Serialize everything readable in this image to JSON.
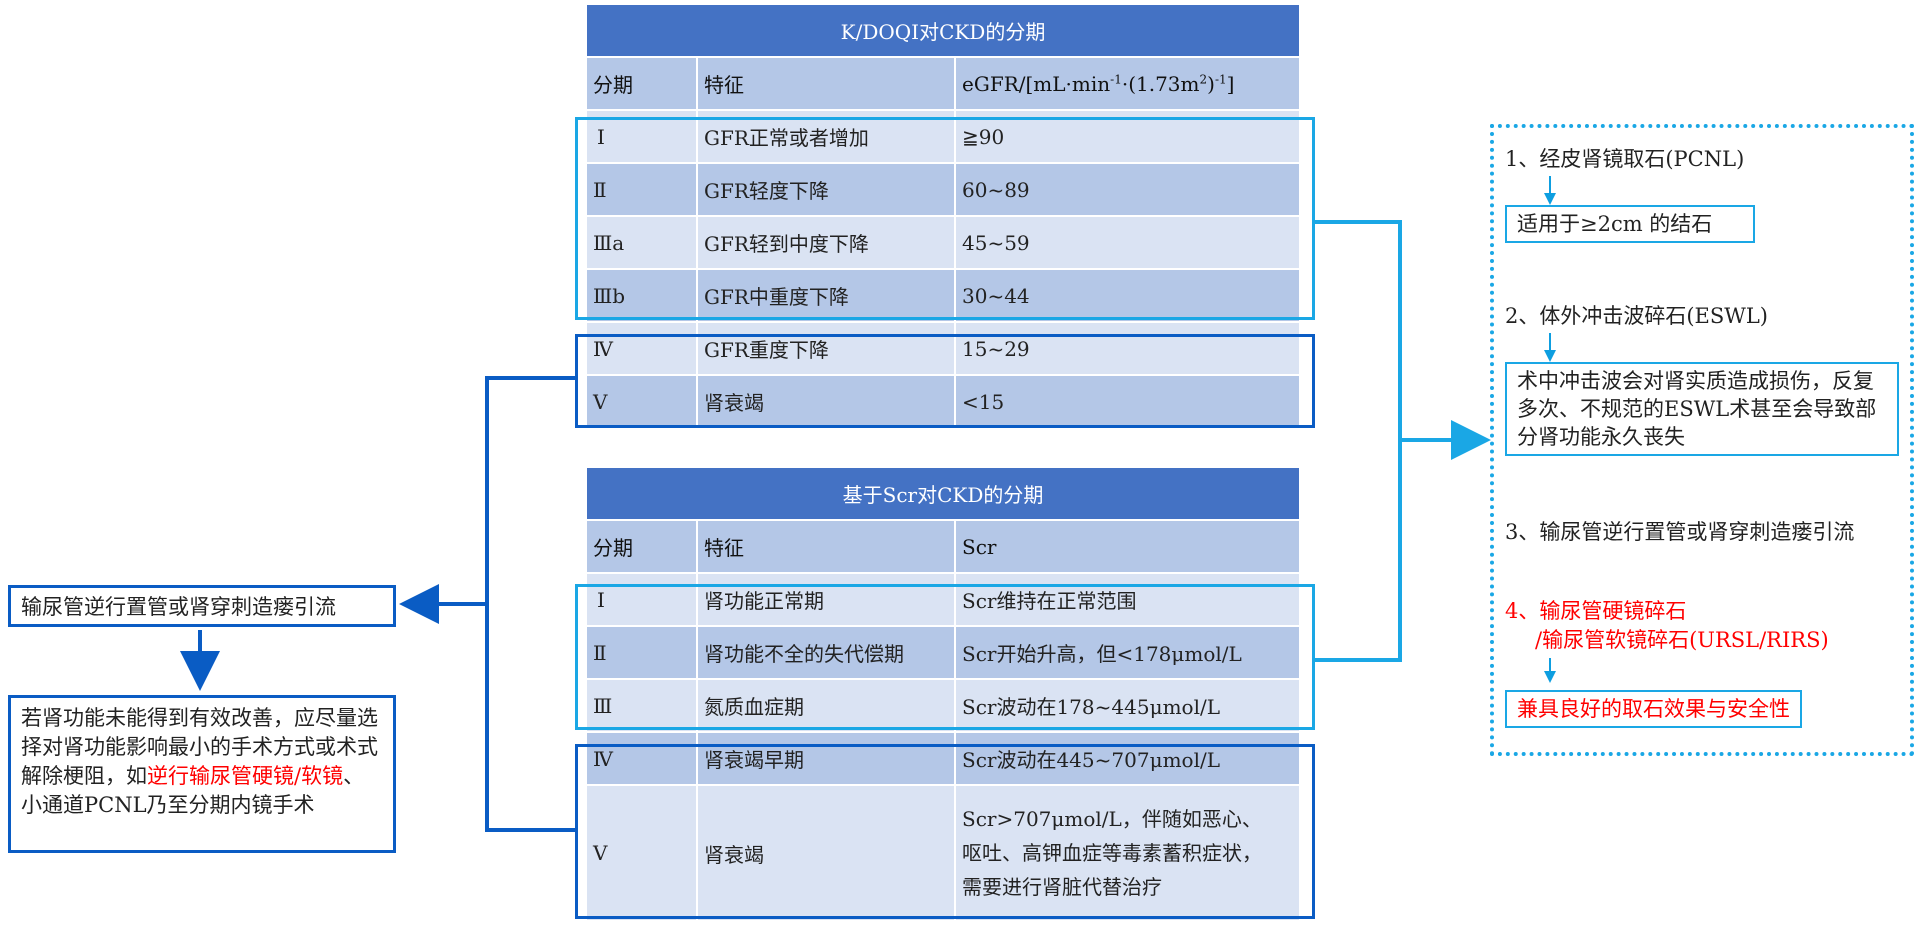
{
  "table1": {
    "title": "K/DOQI对CKD的分期",
    "headers": [
      "分期",
      "特征",
      "eGFR/[mL·min",
      "-1",
      "·(1.73m",
      "2",
      ")",
      "-1",
      "]"
    ],
    "rows": [
      [
        "Ⅰ",
        "GFR正常或者增加",
        "≧90"
      ],
      [
        "Ⅱ",
        "GFR轻度下降",
        "60~89"
      ],
      [
        "Ⅲa",
        "GFR轻到中度下降",
        "45~59"
      ],
      [
        "Ⅲb",
        "GFR中重度下降",
        "30~44"
      ],
      [
        "Ⅳ",
        "GFR重度下降",
        "15~29"
      ],
      [
        "Ⅴ",
        "肾衰竭",
        "<15"
      ]
    ]
  },
  "table2": {
    "title": "基于Scr对CKD的分期",
    "headers": [
      "分期",
      "特征",
      "Scr"
    ],
    "rows": [
      [
        "Ⅰ",
        "肾功能正常期",
        "Scr维持在正常范围"
      ],
      [
        "Ⅱ",
        "肾功能不全的失代偿期",
        "Scr开始升高，但<178μmol/L"
      ],
      [
        "Ⅲ",
        "氮质血症期",
        "Scr波动在178~445μmol/L"
      ],
      [
        "Ⅳ",
        "肾衰竭早期",
        "Scr波动在445~707μmol/L"
      ],
      [
        "Ⅴ",
        "肾衰竭",
        "Scr>707μmol/L，伴随如恶心、",
        "呕吐、高钾血症等毒素蓄积症状，",
        "需要进行肾脏代替治疗"
      ]
    ]
  },
  "left": {
    "box1": "输尿管逆行置管或肾穿刺造瘘引流",
    "box2_parts": [
      "若肾功能未能得到有效改善，应尽量选择对肾功能影响最小的手术方式或术式解除梗阻，如",
      "逆行输尿管硬镜/软镜",
      "、小通道PCNL乃至分期内镜手术"
    ]
  },
  "right": {
    "item1": "1、经皮肾镜取石(PCNL)",
    "item1_note": "适用于≥2cm 的结石",
    "item2": "2、体外冲击波碎石(ESWL)",
    "item2_note": "术中冲击波会对肾实质造成损伤，反复多次、不规范的ESWL术甚至会导致部分肾功能永久丧失",
    "item3": "3、输尿管逆行置管或肾穿刺造瘘引流",
    "item4_line1": "4、输尿管硬镜碎石",
    "item4_line2": "/输尿管软镜碎石(URSL/RIRS)",
    "item4_note": "兼具良好的取石效果与安全性"
  },
  "colors": {
    "header_blue": "#4472c4",
    "row_light": "#dae3f3",
    "row_mid": "#b4c7e7",
    "cyan_frame": "#00b0f0",
    "dark_frame": "#0a5cc4",
    "red_text": "#ff0000"
  }
}
